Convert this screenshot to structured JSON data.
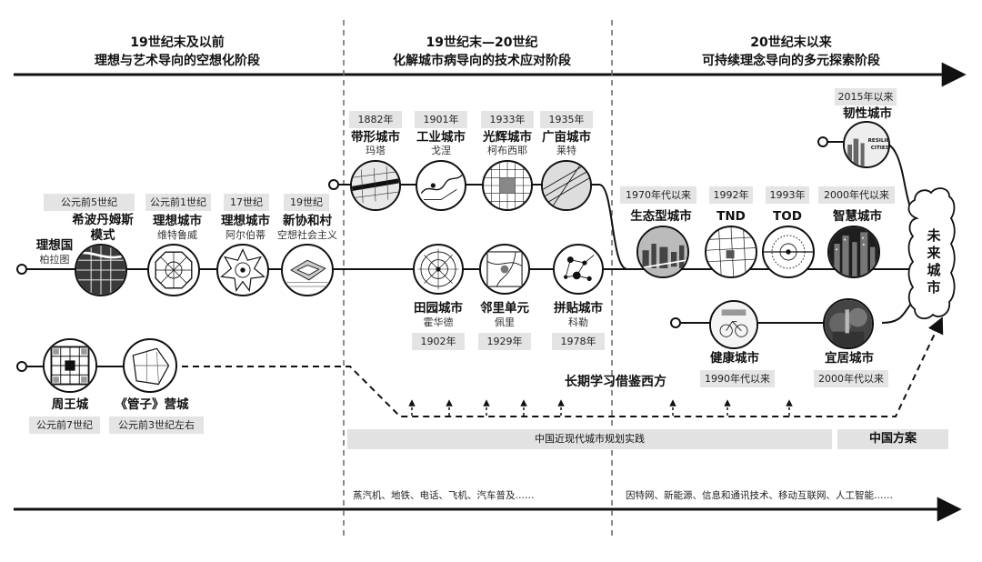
{
  "eras": [
    {
      "line1": "19世纪末及以前",
      "line2": "理想与艺术导向的空想化阶段"
    },
    {
      "line1": "19世纪末—20世纪",
      "line2": "化解城市病导向的技术应对阶段"
    },
    {
      "line1": "20世纪末以来",
      "line2": "可持续理念导向的多元探索阶段"
    }
  ],
  "nodes": {
    "plato": {
      "name": "理想国",
      "sub": "柏拉图"
    },
    "hippodamus": {
      "tag": "公元前5世纪",
      "name": "希波丹姆斯\n模式"
    },
    "vitruvius": {
      "tag": "公元前1世纪",
      "name": "理想城市",
      "sub": "维特鲁威"
    },
    "alberti": {
      "tag": "17世纪",
      "name": "理想城市",
      "sub": "阿尔伯蒂"
    },
    "owen": {
      "tag": "19世纪",
      "name": "新协和村",
      "sub": "空想社会主义"
    },
    "linear": {
      "tag": "1882年",
      "name": "带形城市",
      "sub": "玛塔"
    },
    "industrial": {
      "tag": "1901年",
      "name": "工业城市",
      "sub": "戈涅"
    },
    "radiant": {
      "tag": "1933年",
      "name": "光辉城市",
      "sub": "柯布西耶"
    },
    "broadacre": {
      "tag": "1935年",
      "name": "广亩城市",
      "sub": "莱特"
    },
    "garden": {
      "tag": "1902年",
      "name": "田园城市",
      "sub": "霍华德"
    },
    "neighborhood": {
      "tag": "1929年",
      "name": "邻里单元",
      "sub": "佩里"
    },
    "collage": {
      "tag": "1978年",
      "name": "拼贴城市",
      "sub": "科勒"
    },
    "eco": {
      "tag": "1970年代以来",
      "name": "生态型城市"
    },
    "tnd": {
      "tag": "1992年",
      "name": "TND"
    },
    "tod": {
      "tag": "1993年",
      "name": "TOD"
    },
    "smart": {
      "tag": "2000年代以来",
      "name": "智慧城市"
    },
    "resilient": {
      "tag": "2015年以来",
      "name": "韧性城市",
      "icon_text": "RESILIENT CITIES"
    },
    "healthy": {
      "tag": "1990年代以来",
      "name": "健康城市"
    },
    "livable": {
      "tag": "2000年代以来",
      "name": "宜居城市"
    },
    "zhouwang": {
      "tag": "公元前7世纪",
      "name": "周王城"
    },
    "guanzi": {
      "tag": "公元前3世纪左右",
      "name": "《管子》营城"
    }
  },
  "future_city": "未\n来\n城\n市",
  "learning_label": "长期学习借鉴西方",
  "china_practice": "中国近现代城市规划实践",
  "china_scheme": "中国方案",
  "tech_left": "蒸汽机、地铁、电话、飞机、汽车普及……",
  "tech_right": "因特网、新能源、信息和通讯技术、移动互联网、人工智能……"
}
